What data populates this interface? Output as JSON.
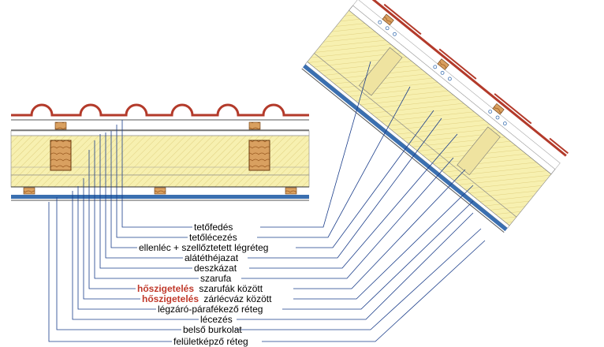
{
  "labels": [
    {
      "key": "l1",
      "text": "tetőfedés"
    },
    {
      "key": "l2",
      "text": "tetőlécezés"
    },
    {
      "key": "l3",
      "text": "ellenléc + szellőztetett légréteg"
    },
    {
      "key": "l4",
      "text": "alátéthéjazat"
    },
    {
      "key": "l5",
      "text": "deszkázat"
    },
    {
      "key": "l6",
      "text": "szarufa"
    },
    {
      "key": "l7",
      "prefix": "hőszigetelés",
      "text": "szarufák között"
    },
    {
      "key": "l8",
      "prefix": "hőszigetelés",
      "text": "zárlécváz között"
    },
    {
      "key": "l9",
      "text": "légzáró-párafékező réteg"
    },
    {
      "key": "l10",
      "text": "lécezés"
    },
    {
      "key": "l11",
      "text": "belső burkolat"
    },
    {
      "key": "l12",
      "text": "felületképző réteg"
    }
  ],
  "colors": {
    "tile": "#b33a2a",
    "insulation": "#f7f0b0",
    "timber": "#d9a060",
    "membrane_blue": "#3a6fb0",
    "leader": "#1a3d8a",
    "highlight": "#c0392b"
  }
}
